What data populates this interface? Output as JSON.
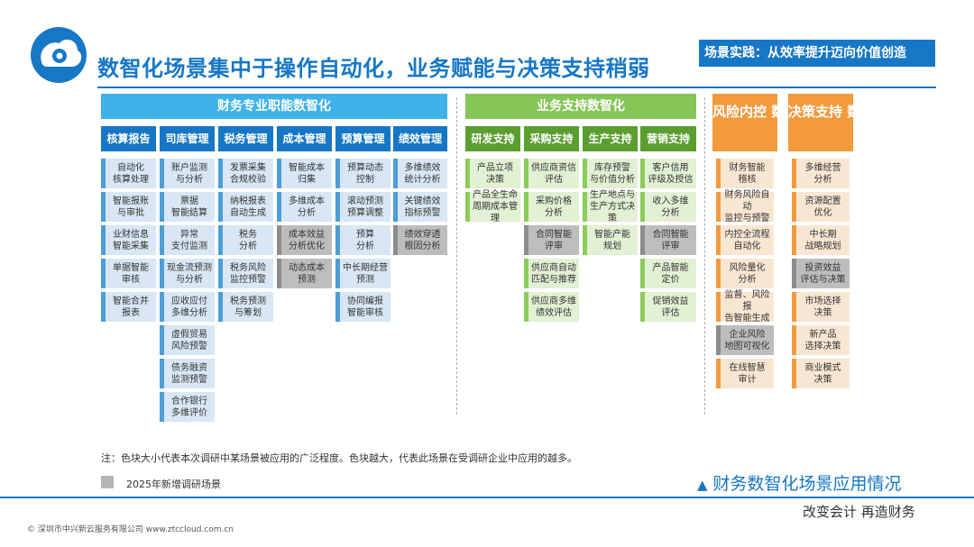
{
  "header": {
    "title": "数智化场景集中于操作自动化，业务赋能与决策支持稍弱",
    "badge": "场景实践：从效率提升迈向价值创造"
  },
  "groups": {
    "finance": "财务专业职能数智化",
    "business": "业务支持数智化",
    "risk": "风险内控\n数智化",
    "decision": "决策支持\n数智化"
  },
  "columns": [
    {
      "header": "核算报告",
      "items": [
        {
          "text": "自动化\n核算处理",
          "color": "blue"
        },
        {
          "text": "智能报账\n与审批",
          "color": "blue"
        },
        {
          "text": "业财信息\n智能采集",
          "color": "blue"
        },
        {
          "text": "单据智能\n审核",
          "color": "blue"
        },
        {
          "text": "智能合并\n报表",
          "color": "blue"
        }
      ]
    },
    {
      "header": "司库管理",
      "items": [
        {
          "text": "账户监测\n与分析",
          "color": "blue"
        },
        {
          "text": "票据\n智能结算",
          "color": "blue"
        },
        {
          "text": "异常\n支付监测",
          "color": "blue"
        },
        {
          "text": "现金流预测\n与分析",
          "color": "blue"
        },
        {
          "text": "应收应付\n多维分析",
          "color": "blue"
        },
        {
          "text": "虚假贸易\n风险预警",
          "color": "blue"
        },
        {
          "text": "债务融资\n监测预警",
          "color": "blue"
        },
        {
          "text": "合作银行\n多维评价",
          "color": "blue"
        }
      ]
    },
    {
      "header": "税务管理",
      "items": [
        {
          "text": "发票采集\n合规校验",
          "color": "blue"
        },
        {
          "text": "纳税报表\n自动生成",
          "color": "blue"
        },
        {
          "text": "税务\n分析",
          "color": "blue"
        },
        {
          "text": "税务风险\n监控预警",
          "color": "blue"
        },
        {
          "text": "税务预测\n与筹划",
          "color": "blue"
        }
      ]
    },
    {
      "header": "成本管理",
      "items": [
        {
          "text": "智能成本\n归集",
          "color": "blue"
        },
        {
          "text": "多维成本\n分析",
          "color": "blue"
        },
        {
          "text": "成本效益\n分析优化",
          "color": "gray"
        },
        {
          "text": "动态成本\n预测",
          "color": "gray"
        }
      ]
    },
    {
      "header": "预算管理",
      "items": [
        {
          "text": "预算动态\n控制",
          "color": "blue"
        },
        {
          "text": "滚动预测\n预算调整",
          "color": "blue"
        },
        {
          "text": "预算\n分析",
          "color": "blue"
        },
        {
          "text": "中长期经营\n预测",
          "color": "blue"
        },
        {
          "text": "协同编报\n智能审核",
          "color": "blue"
        }
      ]
    },
    {
      "header": "绩效管理",
      "items": [
        {
          "text": "多维绩效\n统计分析",
          "color": "blue"
        },
        {
          "text": "关键绩效\n指标预警",
          "color": "blue"
        },
        {
          "text": "绩效穿透\n根因分析",
          "color": "gray"
        }
      ]
    },
    {
      "header": "研发支持",
      "items": [
        {
          "text": "产品立项\n决策",
          "color": "green"
        },
        {
          "text": "产品全生命\n周期成本管理",
          "color": "green"
        }
      ]
    },
    {
      "header": "采购支持",
      "items": [
        {
          "text": "供应商资信\n评估",
          "color": "green"
        },
        {
          "text": "采购价格\n分析",
          "color": "green"
        },
        {
          "text": "合同智能\n评审",
          "color": "gray"
        },
        {
          "text": "供应商自动\n匹配与推荐",
          "color": "green"
        },
        {
          "text": "供应商多维\n绩效评估",
          "color": "green"
        }
      ]
    },
    {
      "header": "生产支持",
      "items": [
        {
          "text": "库存预警\n与价值分析",
          "color": "green"
        },
        {
          "text": "生产地点与\n生产方式决策",
          "color": "green"
        },
        {
          "text": "智能产能\n规划",
          "color": "green"
        }
      ]
    },
    {
      "header": "营销支持",
      "items": [
        {
          "text": "客户信用\n评级及授信",
          "color": "green"
        },
        {
          "text": "收入多维\n分析",
          "color": "green"
        },
        {
          "text": "合同智能\n评审",
          "color": "gray"
        },
        {
          "text": "产品智能\n定价",
          "color": "green"
        },
        {
          "text": "促销效益\n评估",
          "color": "green"
        }
      ]
    },
    {
      "header": "",
      "items": [
        {
          "text": "财务智能\n稽核",
          "color": "orange"
        },
        {
          "text": "财务风险自动\n监控与预警",
          "color": "orange"
        },
        {
          "text": "内控全流程\n自动化",
          "color": "orange"
        },
        {
          "text": "风险量化\n分析",
          "color": "orange"
        },
        {
          "text": "监督、风险报\n告智能生成",
          "color": "orange"
        },
        {
          "text": "企业风险\n地图可视化",
          "color": "gray"
        },
        {
          "text": "在线智慧\n审计",
          "color": "orange"
        }
      ]
    },
    {
      "header": "",
      "items": [
        {
          "text": "多维经营\n分析",
          "color": "orange"
        },
        {
          "text": "资源配置\n优化",
          "color": "orange"
        },
        {
          "text": "中长期\n战略规划",
          "color": "orange"
        },
        {
          "text": "投资效益\n评估与决策",
          "color": "gray"
        },
        {
          "text": "市场选择\n决策",
          "color": "orange"
        },
        {
          "text": "新产品\n选择决策",
          "color": "orange"
        },
        {
          "text": "商业模式\n决策",
          "color": "orange"
        }
      ]
    }
  ],
  "note": "注：色块大小代表本次调研中某场景被应用的广泛程度。色块越大，代表此场景在受调研企业中应用的越多。",
  "legend": "2025年新增调研场景",
  "caption": "财务数智化场景应用情况",
  "slogan": "改变会计  再造财务",
  "footer": "© 深圳市中兴新云服务有限公司  www.ztccloud.com.cn",
  "colors": {
    "brand": "#1677c6",
    "finance": "#3fb2ea",
    "business": "#86c557",
    "risk": "#f39a3c",
    "new": "#b5b5b5"
  }
}
